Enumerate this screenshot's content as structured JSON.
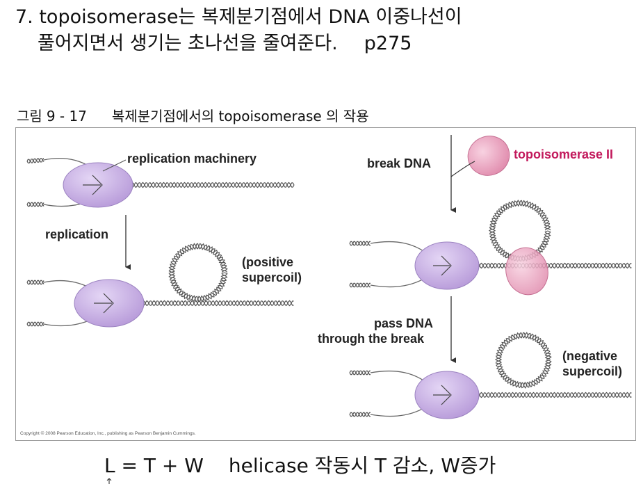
{
  "slide": {
    "heading": {
      "line1": "7. topoisomerase는 복제분기점에서 DNA 이중나선이",
      "line2": "풀어지면서 생기는 초나선을 줄여준다.",
      "page_ref": "p275"
    },
    "caption": {
      "label": "그림",
      "number": "9 - 17",
      "text": "복제분기점에서의 topoisomerase 의 작용"
    },
    "figure": {
      "labels": {
        "replication_machinery": "replication machinery",
        "replication": "replication",
        "positive_line1": "(positive",
        "positive_line2": "supercoil)",
        "break_dna": "break DNA",
        "topoisomerase_ii": "topoisomerase II",
        "pass_dna_line1": "pass DNA",
        "pass_dna_line2": "through the break",
        "negative_line1": "(negative",
        "negative_line2": "supercoil)"
      },
      "copyright": "Copyright © 2008 Pearson Education, Inc., publishing as Pearson Benjamin Cummings.",
      "colors": {
        "replication_machinery": "#c9b3e6",
        "topoisomerase": "#e9a6c0",
        "topoisomerase_label": "#c2185b",
        "dna_strand": "#555555"
      }
    },
    "formula": {
      "equation": "L = T + W",
      "description": "helicase 작동시 T 감소, W증가"
    }
  }
}
